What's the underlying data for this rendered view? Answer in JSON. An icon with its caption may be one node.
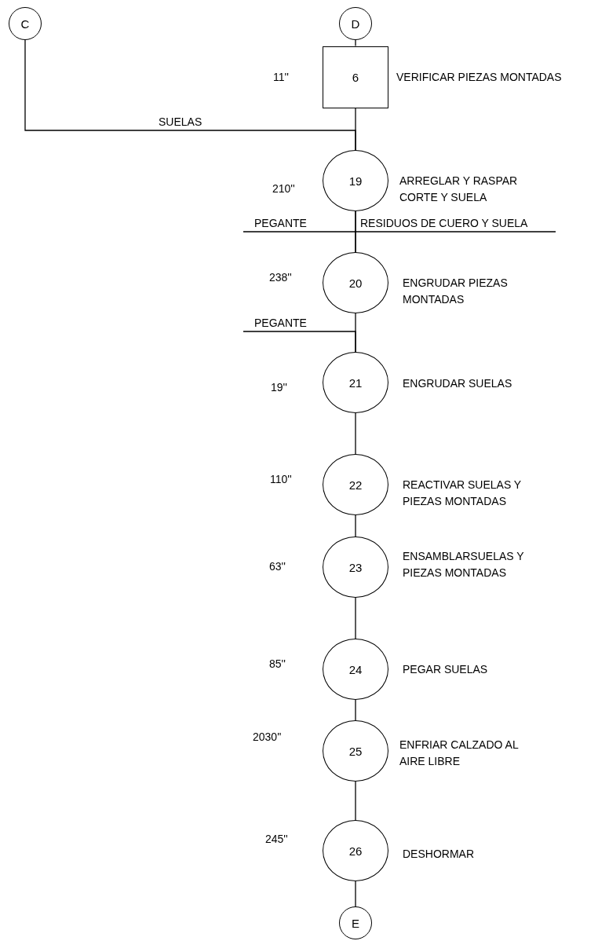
{
  "diagram": {
    "nodes": [
      {
        "text": [
          "C"
        ]
      },
      {
        "text": [
          "D"
        ]
      },
      {
        "text": [
          "6"
        ],
        "beside": [
          "11''",
          "VERIFICAR PIEZAS MONTADAS"
        ]
      },
      {
        "text": [
          "19"
        ],
        "beside": [
          "210''",
          "ARREGLAR Y RASPAR CORTE Y SUELA"
        ]
      },
      {
        "text": [
          "20"
        ],
        "beside": [
          "238''",
          "ENGRUDAR PIEZAS MONTADAS"
        ]
      },
      {
        "text": [
          "21"
        ],
        "beside": [
          "19''",
          "ENGRUDAR SUELAS"
        ]
      },
      {
        "text": [
          "22"
        ],
        "beside": [
          "110''",
          "REACTIVAR SUELAS Y PIEZAS MONTADAS"
        ]
      },
      {
        "text": [
          "23"
        ],
        "beside": [
          "63''",
          "ENSAMBLARSUELAS Y PIEZAS MONTADAS"
        ]
      },
      {
        "text": [
          "24"
        ],
        "beside": [
          "85''",
          "PEGAR SUELAS"
        ]
      },
      {
        "text": [
          "25"
        ],
        "beside": [
          "2030''",
          "ENFRIAR CALZADO AL AIRE LIBRE"
        ]
      },
      {
        "text": [
          "26"
        ],
        "beside": [
          "245''",
          "DESHORMAR"
        ]
      },
      {
        "text": [
          "E"
        ]
      }
    ],
    "edges": [
      {
        "from": 1,
        "to": 2,
        "arrow": "none"
      },
      {
        "from": 2,
        "to": 3,
        "arrow": "none"
      },
      {
        "from": 0,
        "to": 3,
        "arrow": "none",
        "label": "SUELAS"
      },
      {
        "from": 3,
        "to": 4,
        "arrow": "none"
      },
      {
        "from": null,
        "to": 4,
        "arrow": "none",
        "label": "PEGANTE"
      },
      {
        "from": 3,
        "to": null,
        "arrow": "none",
        "label": "RESIDUOS DE CUERO Y SUELA"
      },
      {
        "from": 4,
        "to": 5,
        "arrow": "none"
      },
      {
        "from": null,
        "to": 5,
        "arrow": "none",
        "label": "PEGANTE"
      },
      {
        "from": 5,
        "to": 6,
        "arrow": "none"
      },
      {
        "from": 6,
        "to": 7,
        "arrow": "none"
      },
      {
        "from": 7,
        "to": 8,
        "arrow": "none"
      },
      {
        "from": 8,
        "to": 9,
        "arrow": "none"
      },
      {
        "from": 9,
        "to": 10,
        "arrow": "none"
      },
      {
        "from": 10,
        "to": 11,
        "arrow": "none"
      }
    ]
  }
}
